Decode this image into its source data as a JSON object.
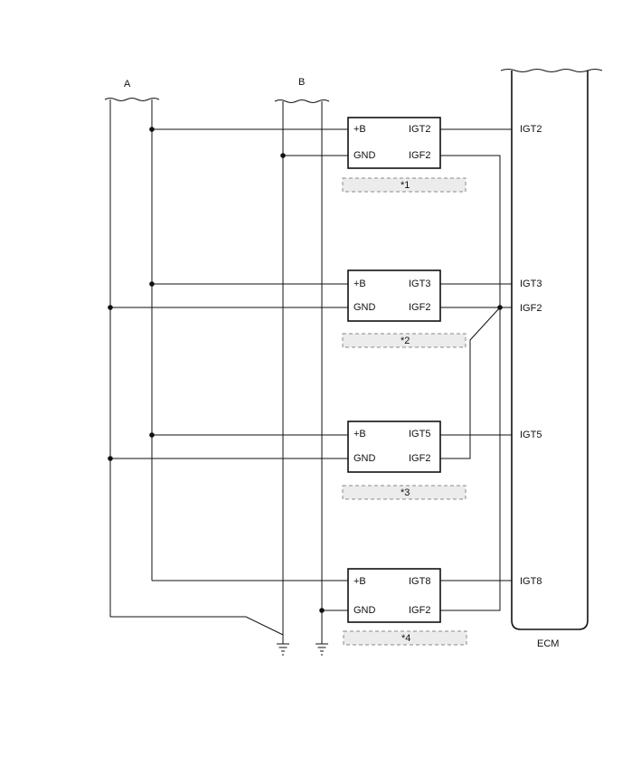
{
  "labels": {
    "bus_a": "A",
    "bus_b": "B",
    "ecm": "ECM"
  },
  "coils": [
    {
      "pin_pb": "+B",
      "pin_gnd": "GND",
      "pin_igt": "IGT2",
      "pin_igf": "IGF2",
      "note": "*1"
    },
    {
      "pin_pb": "+B",
      "pin_gnd": "GND",
      "pin_igt": "IGT3",
      "pin_igf": "IGF2",
      "note": "*2"
    },
    {
      "pin_pb": "+B",
      "pin_gnd": "GND",
      "pin_igt": "IGT5",
      "pin_igf": "IGF2",
      "note": "*3"
    },
    {
      "pin_pb": "+B",
      "pin_gnd": "GND",
      "pin_igt": "IGT8",
      "pin_igf": "IGF2",
      "note": "*4"
    }
  ],
  "ecm_pins": [
    "IGT2",
    "IGT3",
    "IGF2",
    "IGT5",
    "IGT8"
  ],
  "colors": {
    "line": "#111111",
    "note_fill": "#ececec",
    "note_border": "#8a8a8a"
  }
}
